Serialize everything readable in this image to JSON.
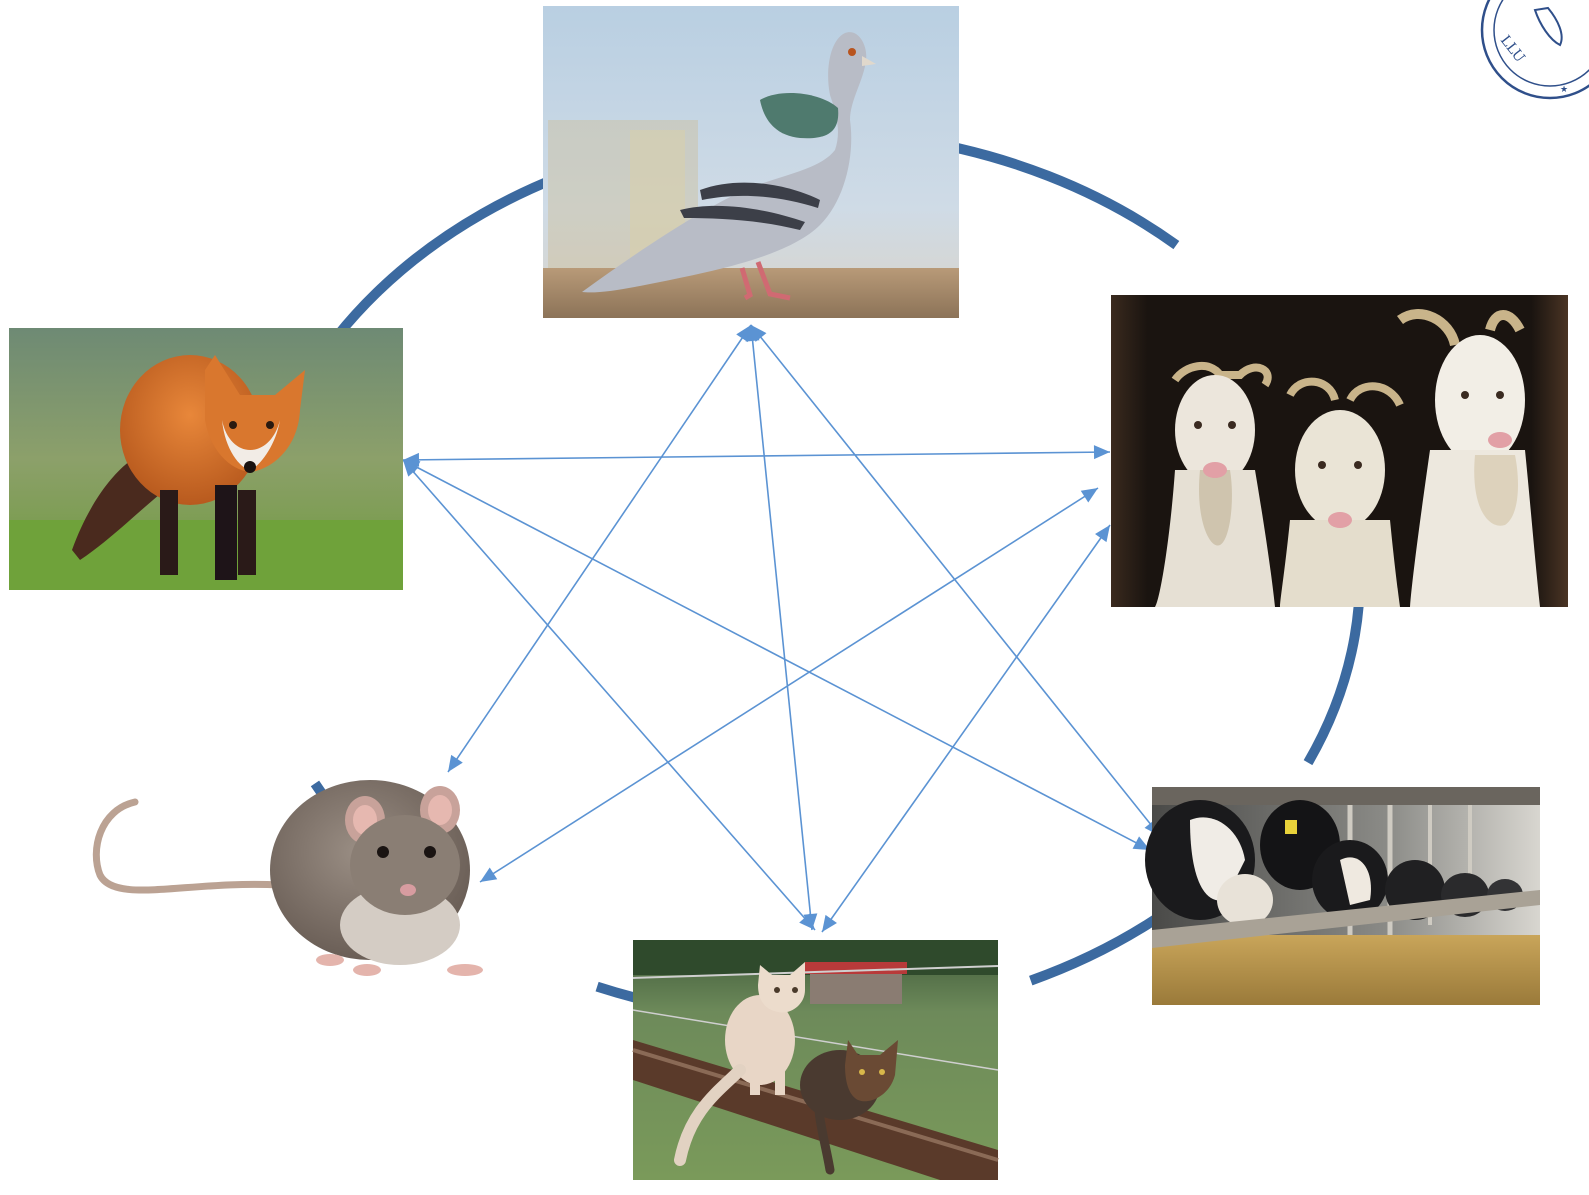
{
  "colors": {
    "ring": "#3c6aa0",
    "arrow": "#5b93d3",
    "seal": "#2f4f8a"
  },
  "seal": {
    "text": "LLU"
  },
  "nodes": [
    {
      "id": "pigeon",
      "icon": "pigeon-photo"
    },
    {
      "id": "goats",
      "icon": "goats-photo"
    },
    {
      "id": "cows",
      "icon": "cows-photo"
    },
    {
      "id": "cats",
      "icon": "cats-photo"
    },
    {
      "id": "rat",
      "icon": "rat-photo"
    },
    {
      "id": "fox",
      "icon": "fox-photo"
    }
  ],
  "links": [
    [
      "pigeon",
      "rat"
    ],
    [
      "pigeon",
      "cows"
    ],
    [
      "pigeon",
      "cats"
    ],
    [
      "fox",
      "goats"
    ],
    [
      "fox",
      "cows"
    ],
    [
      "fox",
      "cats"
    ],
    [
      "goats",
      "rat"
    ],
    [
      "goats",
      "cats"
    ]
  ]
}
